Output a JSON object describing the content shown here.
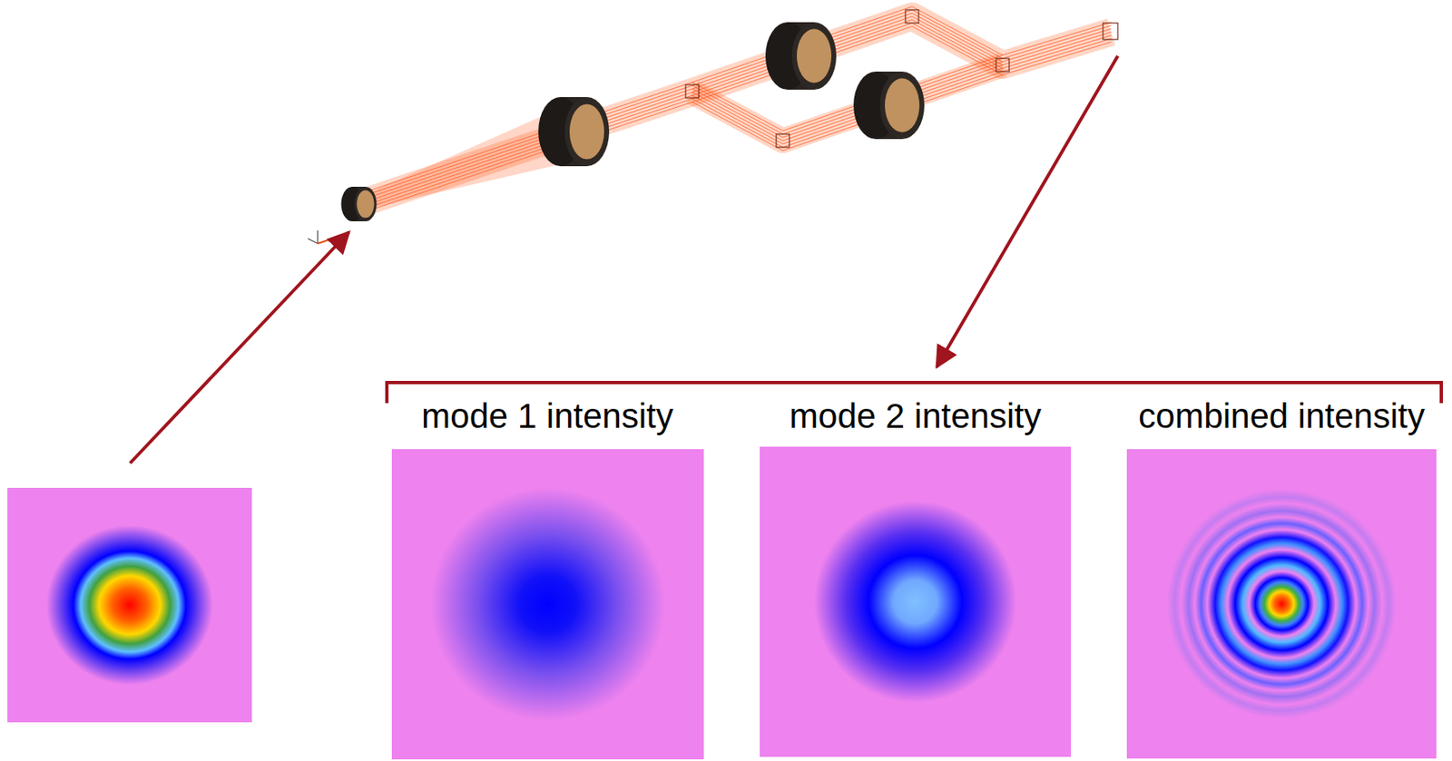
{
  "diagram": {
    "nodes": [
      {
        "text": [
          "mode 1 intensity"
        ]
      },
      {
        "text": [
          "mode 2 intensity"
        ]
      },
      {
        "text": [
          "combined intensity"
        ]
      }
    ]
  }
}
